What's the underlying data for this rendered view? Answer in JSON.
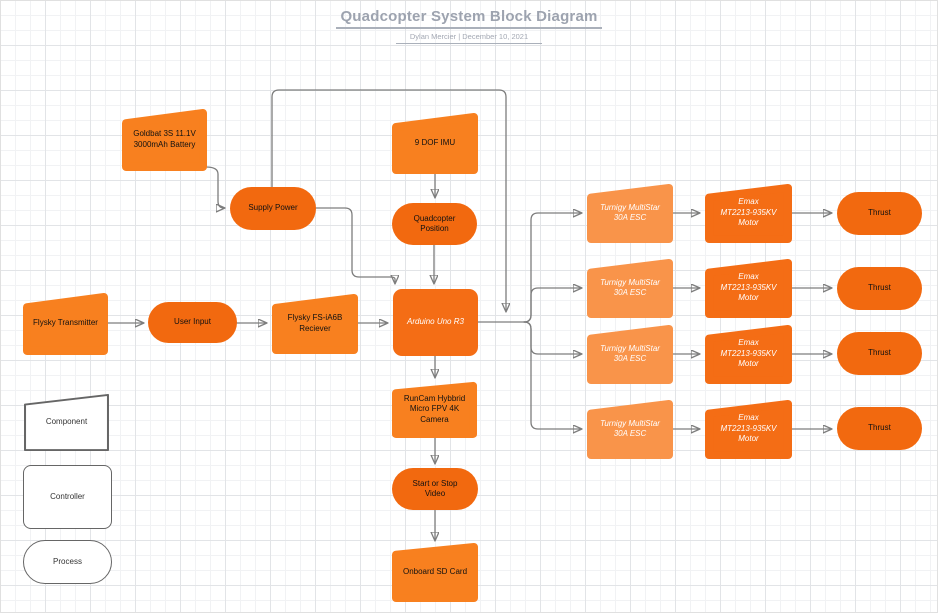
{
  "title": {
    "text": "Quadcopter System Block Diagram",
    "subtitle": "Dylan Mercier  |  December 10, 2021"
  },
  "nodes": {
    "battery": "Goldbat 3S 11.1V\n3000mAh Battery",
    "supply_power": "Supply Power",
    "imu": "9 DOF IMU",
    "quadcopter_position": "Quadcopter\nPosition",
    "transmitter": "Flysky Transmitter",
    "user_input": "User Input",
    "receiver": "Flysky FS-iA6B\nReciever",
    "arduino": "Arduino Uno R3",
    "camera": "RunCam Hybbrid\nMicro FPV 4K\nCamera",
    "start_stop_video": "Start or Stop\nVideo",
    "sd_card": "Onboard SD Card"
  },
  "drive_rows": [
    {
      "esc": "Turnigy MultiStar\n30A ESC",
      "motor": "Emax\nMT2213-935KV\nMotor",
      "thrust": "Thrust"
    },
    {
      "esc": "Turnigy MultiStar\n30A ESC",
      "motor": "Emax\nMT2213-935KV\nMotor",
      "thrust": "Thrust"
    },
    {
      "esc": "Turnigy MultiStar\n30A ESC",
      "motor": "Emax\nMT2213-935KV\nMotor",
      "thrust": "Thrust"
    },
    {
      "esc": "Turnigy MultiStar\n30A ESC",
      "motor": "Emax\nMT2213-935KV\nMotor",
      "thrust": "Thrust"
    }
  ],
  "legend": {
    "component": "Component",
    "controller": "Controller",
    "process": "Process"
  },
  "colors": {
    "component_fill": "#f8801f",
    "esc_fill": "#f9944a",
    "motor_fill": "#f46d15",
    "process_fill": "#f2690f",
    "controller_fill": "#f46d15",
    "edge_stroke": "#7d7d7d",
    "arrowhead": "#3f3f3f",
    "title_text": "#9da3af",
    "grid_minor": "#f1f2f4",
    "grid_major": "#e2e4e7"
  }
}
